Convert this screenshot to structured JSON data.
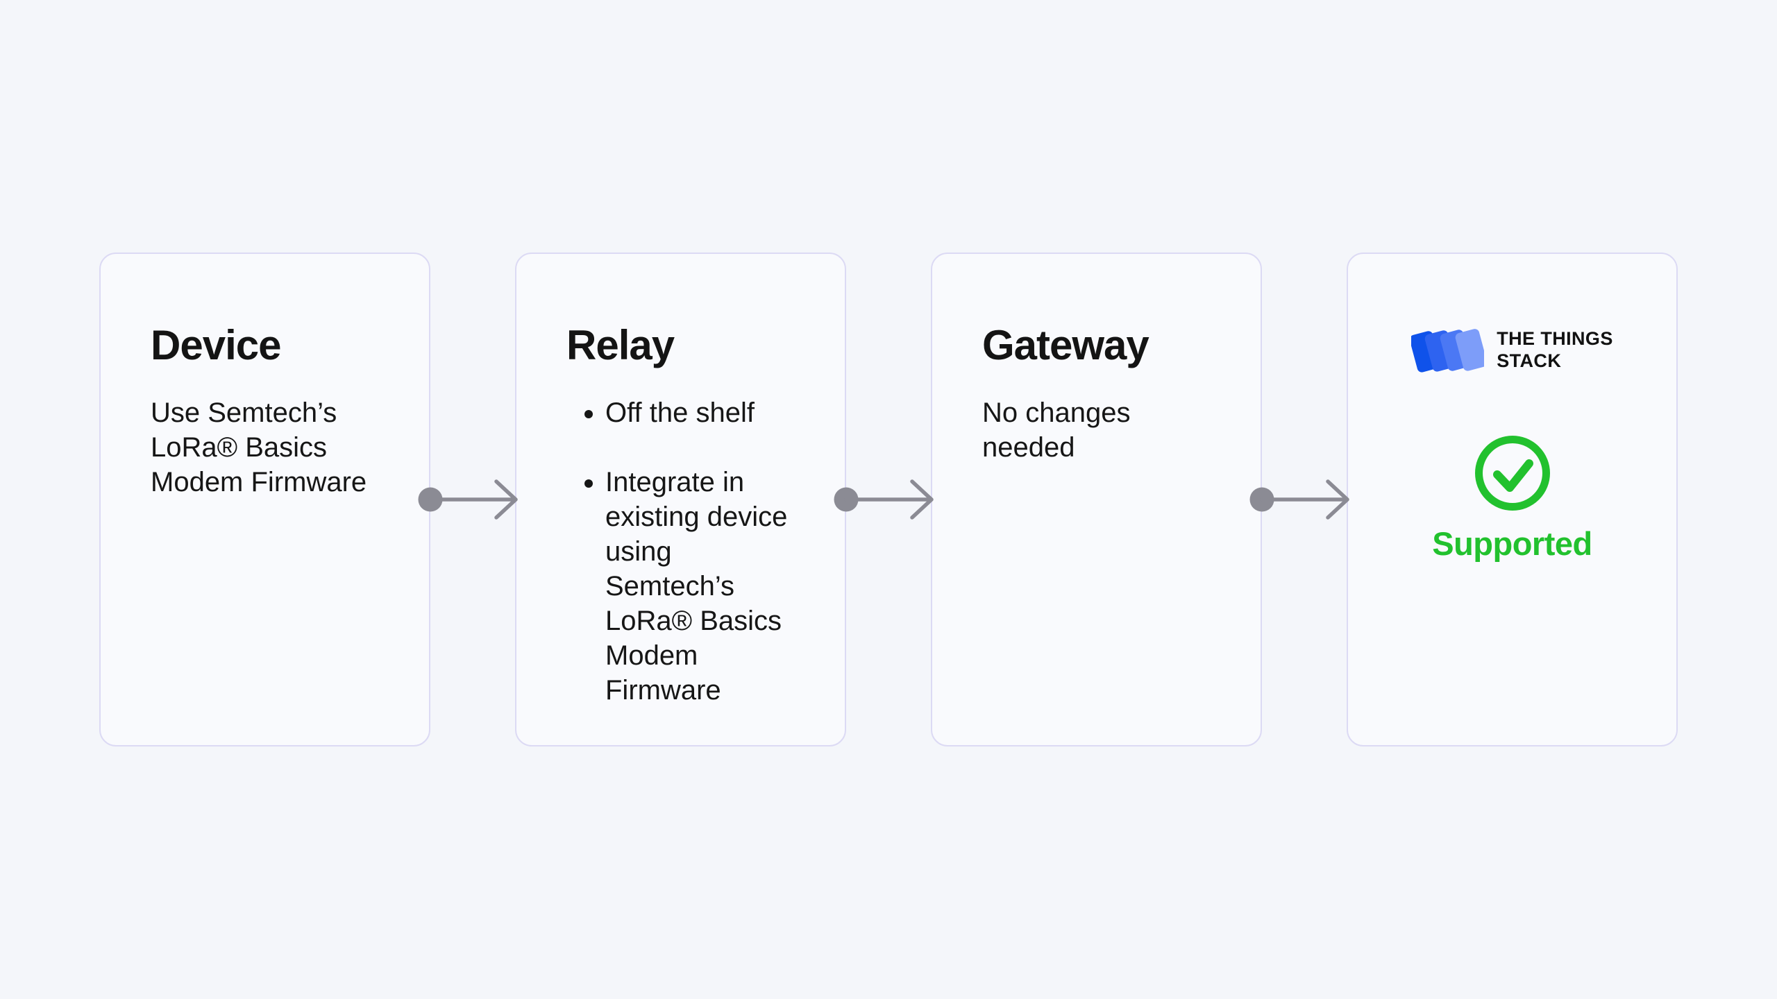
{
  "colors": {
    "page-bg": "#f4f6fa",
    "card-bg": "#f9fafd",
    "card-border": "#dcdaf4",
    "text": "#161616",
    "arrow-gray": "#8b8b94",
    "success-green": "#22c12e",
    "logo-blue-1": "#0f52ea",
    "logo-blue-2": "#2e63f0",
    "logo-blue-3": "#4b78f4",
    "logo-blue-4": "#7d9df9",
    "logo-text": "#121212"
  },
  "cards": [
    {
      "title": "Device",
      "body": "Use Semtech’s\nLoRa® Basics\nModem Firmware"
    },
    {
      "title": "Relay",
      "bullets": [
        "Off the shelf",
        "Integrate in\nexisting device\nusing Semtech’s\nLoRa® Basics\nModem\nFirmware"
      ]
    },
    {
      "title": "Gateway",
      "body": "No changes needed"
    },
    {
      "wordmark": "THE THINGS\nSTACK",
      "status": "Supported",
      "icons": {
        "logo": "things-stack-logo-icon",
        "status": "check-circle-icon"
      }
    }
  ],
  "connectors": {
    "count": 3,
    "icon": "arrow-right-icon"
  }
}
